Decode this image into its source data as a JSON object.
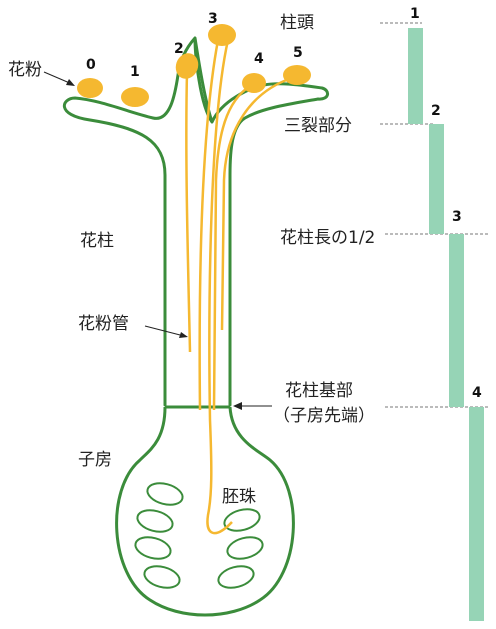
{
  "labels": {
    "pollen": "花粉",
    "stigma": "柱頭",
    "trifid": "三裂部分",
    "style": "花柱",
    "half_style": "花柱長の1/2",
    "pollen_tube": "花粉管",
    "style_base_1": "花柱基部",
    "style_base_2": "（子房先端）",
    "ovary": "子房",
    "ovule": "胚珠"
  },
  "pollen_numbers": [
    "0",
    "1",
    "2",
    "3",
    "4",
    "5"
  ],
  "stage_numbers": [
    "1",
    "2",
    "3",
    "4"
  ],
  "colors": {
    "outline": "#3b8c3b",
    "pollen": "#f5b830",
    "stage_bar": "#96d4b6",
    "guide": "#777777"
  }
}
